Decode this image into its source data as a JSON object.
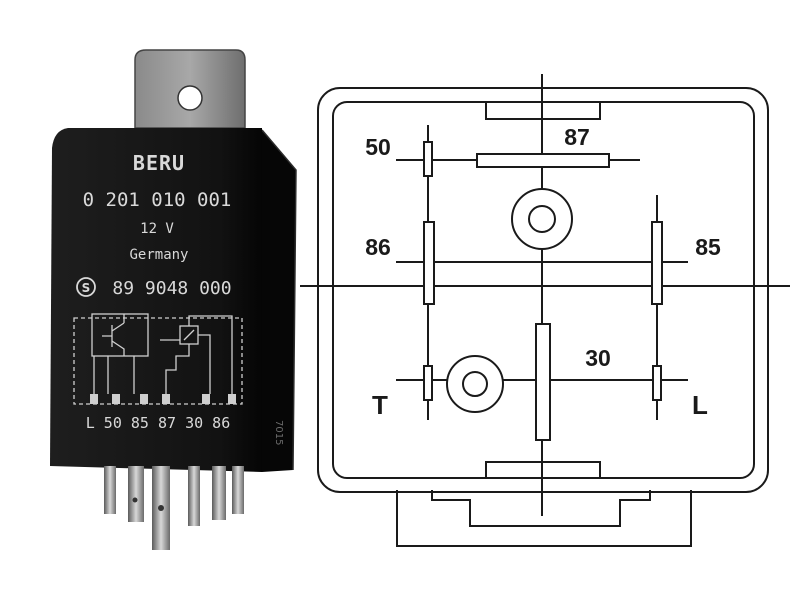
{
  "relay_photo": {
    "brand": "BERU",
    "part_number": "0 201 010 001",
    "voltage": "12 V",
    "origin": "Germany",
    "approval_number": "89 9048 000",
    "terminal_strip": "L 50 85 87 30 86"
  },
  "pin_diagram": {
    "pins": [
      {
        "id": "50",
        "label": "50"
      },
      {
        "id": "87",
        "label": "87"
      },
      {
        "id": "86",
        "label": "86"
      },
      {
        "id": "85",
        "label": "85"
      },
      {
        "id": "30",
        "label": "30"
      },
      {
        "id": "T",
        "label": "T"
      },
      {
        "id": "L",
        "label": "L"
      }
    ]
  }
}
